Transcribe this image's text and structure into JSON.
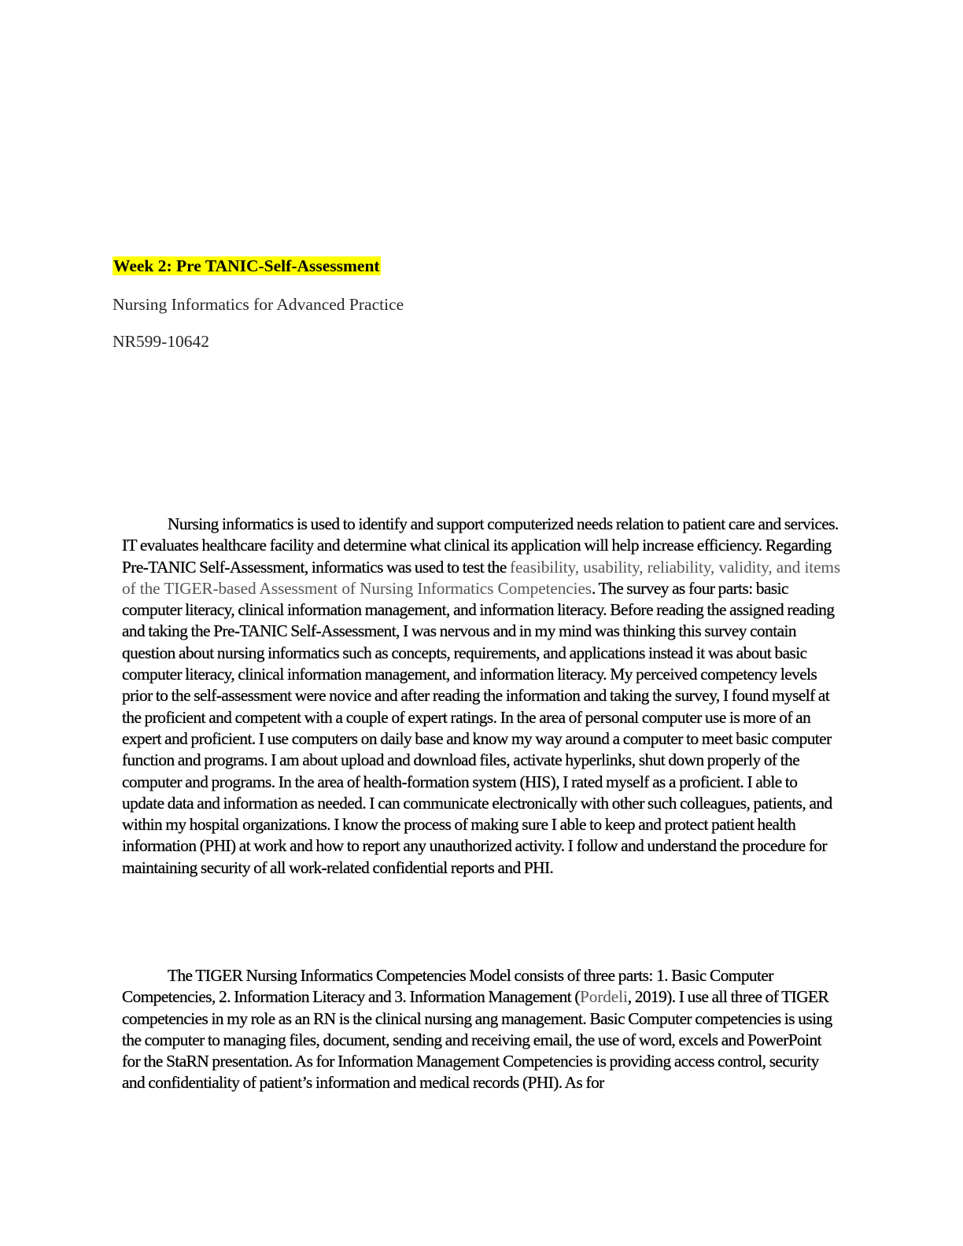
{
  "document": {
    "title": "Week 2: Pre TANIC-Self-Assessment",
    "title_highlight_color": "#ffff00",
    "subtitle": "Nursing Informatics for Advanced Practice",
    "course_code": "NR599-10642",
    "paragraphs": [
      {
        "segments": [
          {
            "text": "Nursing informatics is used to identify and support computerized needs relation to patient care and services.  IT evaluates healthcare facility and determine what clinical its application will help increase efficiency. Regarding Pre-TANIC Self-Assessment, informatics was used to test the ",
            "style": "normal"
          },
          {
            "text": "feasibility, usability, reliability, validity, and items of the TIGER-based Assessment of Nursing Informatics Competencies",
            "style": "gray"
          },
          {
            "text": ". The survey as four parts: basic computer literacy, clinical information management, and information literacy. Before reading the assigned reading and taking the Pre-TANIC Self-Assessment, I was nervous and in my mind was thinking this survey contain question about nursing informatics such as concepts, requirements, and applications instead it was about basic computer literacy, clinical information management, and information literacy. My perceived competency levels prior to the self-assessment were novice and after reading the information and taking the survey, I found myself at the proficient and competent with a couple of expert ratings. In the area of personal computer use is more of an expert and proficient. I use computers on daily base and know my way around a computer to meet basic computer function and programs. I am about upload and download files, activate hyperlinks, shut down properly of the computer and programs. In the area of health-formation system (HIS), I rated myself as a proficient. I able to update data and information as needed. I can communicate electronically with other such colleagues, patients, and within my hospital organizations. I know the process of making sure I able to keep and protect patient health information (PHI) at work and how to report any unauthorized activity. I follow and understand the procedure for maintaining security of all work-related confidential reports and PHI.",
            "style": "normal"
          }
        ]
      },
      {
        "segments": [
          {
            "text": "The TIGER Nursing Informatics Competencies Model consists of three parts: 1. Basic Computer Competencies, 2. Information Literacy and 3. Information Management (",
            "style": "normal"
          },
          {
            "text": "Pordeli",
            "style": "gray"
          },
          {
            "text": ", 2019). I use all three of TIGER competencies in my role as an RN is the clinical nursing ang management. Basic Computer competencies is using the computer to managing files, document, sending and receiving email, the use of word, excels and PowerPoint for the StaRN presentation. As for Information Management Competencies is providing access control, security and confidentiality of patient’s information and medical records (PHI). As for",
            "style": "normal"
          }
        ]
      }
    ]
  }
}
